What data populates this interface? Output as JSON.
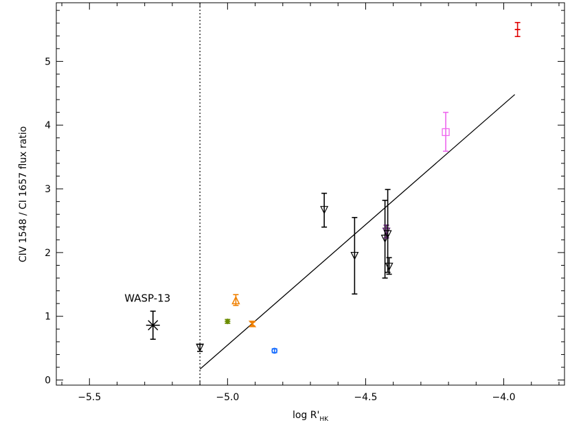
{
  "chart_data": {
    "type": "scatter",
    "xlabel_main": "log R'",
    "xlabel_sub": "HK",
    "ylabel": "CIV 1548 / CI 1657  flux ratio",
    "xlim": [
      -5.62,
      -3.78
    ],
    "ylim": [
      -0.08,
      5.92
    ],
    "xticks": [
      -5.5,
      -5.0,
      -4.5,
      -4.0
    ],
    "xtick_labels": [
      "−5.5",
      "−5.0",
      "−4.5",
      "−4.0"
    ],
    "yticks": [
      0,
      1,
      2,
      3,
      4,
      5
    ],
    "ytick_labels": [
      "0",
      "1",
      "2",
      "3",
      "4",
      "5"
    ],
    "grid": false,
    "legend": "none",
    "vertical_line_x": -5.1,
    "fit_line": {
      "x": [
        -5.1,
        -3.96
      ],
      "y": [
        0.17,
        4.48
      ]
    },
    "annotations": [
      {
        "text": "WASP-13",
        "x": -5.27,
        "y": 1.14
      }
    ],
    "points": [
      {
        "x": -5.27,
        "y": 0.86,
        "err_lo": 0.22,
        "err_hi": 0.22,
        "marker": "asterisk_big",
        "color": "#000000"
      },
      {
        "x": -5.1,
        "y": 0.51,
        "err_lo": 0.06,
        "err_hi": 0.05,
        "marker": "triangle_down",
        "color": "#000000"
      },
      {
        "x": -5.0,
        "y": 0.92,
        "err_lo": 0.03,
        "err_hi": 0.03,
        "marker": "asterisk",
        "color": "#6a8c00"
      },
      {
        "x": -4.97,
        "y": 1.25,
        "err_lo": 0.08,
        "err_hi": 0.09,
        "marker": "triangle_up",
        "color": "#f08000"
      },
      {
        "x": -4.91,
        "y": 0.88,
        "err_lo": 0.03,
        "err_hi": 0.03,
        "marker": "bowtie",
        "color": "#f08000"
      },
      {
        "x": -4.83,
        "y": 0.46,
        "err_lo": 0.03,
        "err_hi": 0.03,
        "marker": "circle",
        "color": "#1a6fff"
      },
      {
        "x": -4.65,
        "y": 2.67,
        "err_lo": 0.27,
        "err_hi": 0.26,
        "marker": "triangle_down",
        "color": "#000000"
      },
      {
        "x": -4.54,
        "y": 1.95,
        "err_lo": 0.6,
        "err_hi": 0.6,
        "marker": "triangle_down",
        "color": "#000000"
      },
      {
        "x": -4.43,
        "y": 2.22,
        "err_lo": 0.62,
        "err_hi": 0.6,
        "marker": "triangle_down",
        "color": "#000000"
      },
      {
        "x": -4.425,
        "y": 2.33,
        "err_lo": 0.1,
        "err_hi": 0.1,
        "marker": "triangle_down",
        "color": "#5a1a6a"
      },
      {
        "x": -4.42,
        "y": 2.29,
        "err_lo": 0.6,
        "err_hi": 0.7,
        "marker": "triangle_down",
        "color": "#000000"
      },
      {
        "x": -4.415,
        "y": 1.78,
        "err_lo": 0.12,
        "err_hi": 0.14,
        "marker": "triangle_down",
        "color": "#000000"
      },
      {
        "x": -4.21,
        "y": 3.89,
        "err_lo": 0.3,
        "err_hi": 0.31,
        "marker": "square",
        "color": "#ee66ee"
      },
      {
        "x": -3.95,
        "y": 5.5,
        "err_lo": 0.11,
        "err_hi": 0.11,
        "marker": "dash",
        "color": "#e00000"
      }
    ]
  }
}
